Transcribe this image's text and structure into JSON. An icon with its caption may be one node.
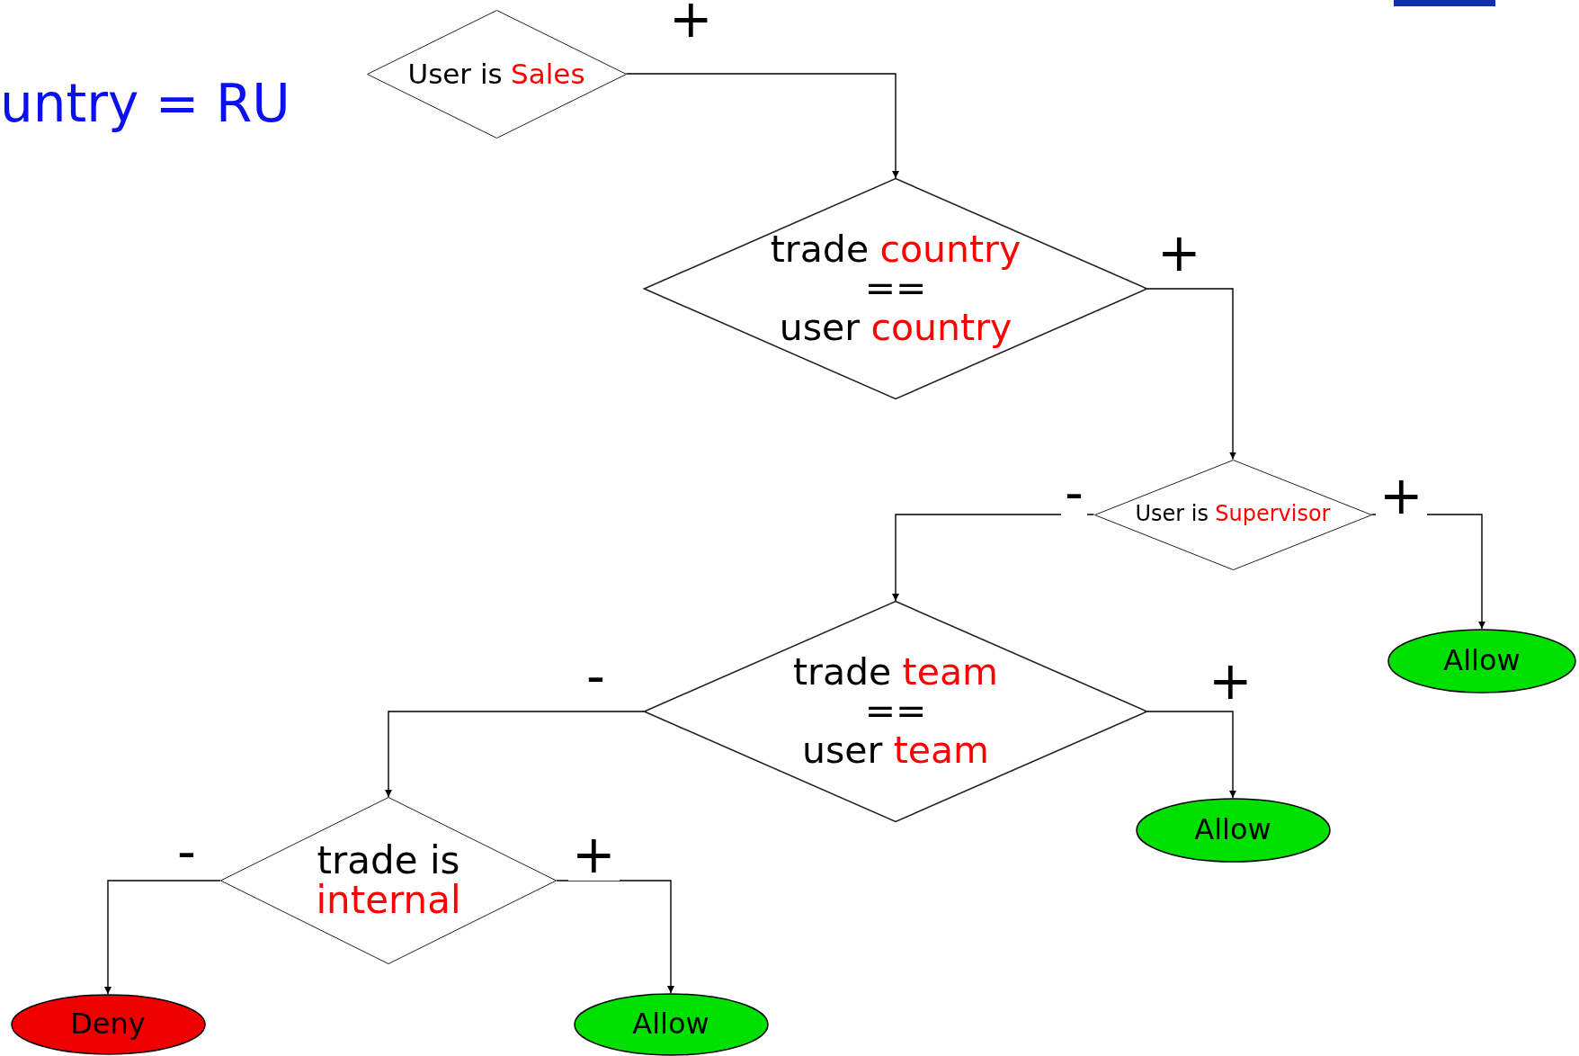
{
  "diagram": {
    "nodes": [
      {
        "text": [
          "User is",
          "Sales"
        ]
      },
      {
        "text": [
          "trade",
          "country",
          "==",
          "user",
          "country"
        ]
      },
      {
        "text": [
          "User is",
          "Supervisor"
        ]
      },
      {
        "text": [
          "Allow"
        ]
      },
      {
        "text": [
          "trade",
          "team",
          "==",
          "user",
          "team"
        ]
      },
      {
        "text": [
          "Allow"
        ]
      },
      {
        "text": [
          "trade is",
          "internal"
        ]
      },
      {
        "text": [
          "Deny"
        ]
      },
      {
        "text": [
          "Allow"
        ]
      }
    ],
    "edges": [
      {
        "from": 0,
        "to": 1,
        "arrow": "to",
        "label": "+"
      },
      {
        "from": 1,
        "to": 2,
        "arrow": "to",
        "label": "+"
      },
      {
        "from": 2,
        "to": 4,
        "arrow": "to",
        "label": "-"
      },
      {
        "from": 2,
        "to": 3,
        "arrow": "to",
        "label": "+"
      },
      {
        "from": 4,
        "to": 6,
        "arrow": "to",
        "label": "-"
      },
      {
        "from": 4,
        "to": 5,
        "arrow": "to",
        "label": "+"
      },
      {
        "from": 6,
        "to": 7,
        "arrow": "to",
        "label": "-"
      },
      {
        "from": 6,
        "to": 8,
        "arrow": "to",
        "label": "+"
      }
    ],
    "labels": [
      "untry = RU"
    ]
  }
}
